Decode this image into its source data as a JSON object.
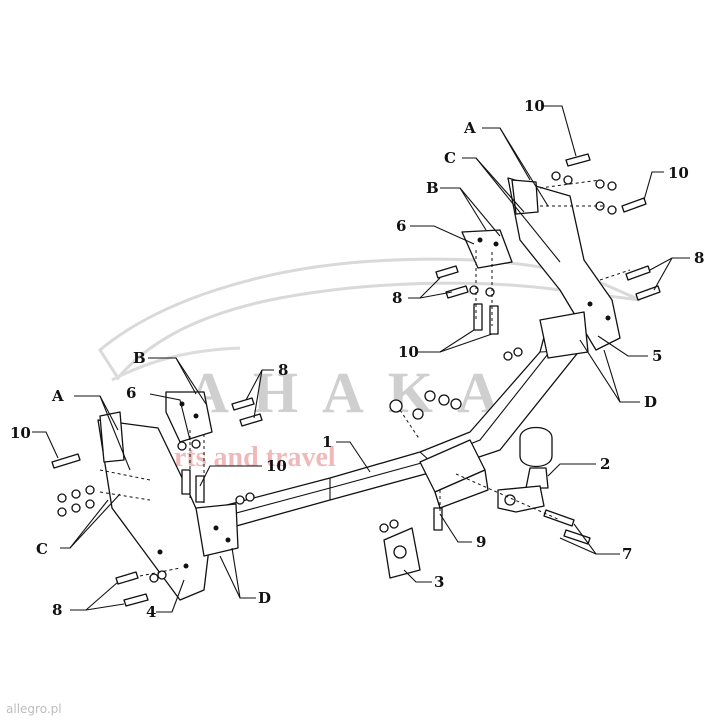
{
  "watermark": {
    "brand": "AHAKA",
    "tagline": "parts and travel",
    "brand_color": "#cfcfcf",
    "tagline_color": "#f0b9b9"
  },
  "footer": {
    "text": "allegro.pl"
  },
  "labels": {
    "A": "A",
    "B": "B",
    "C": "C",
    "D": "D",
    "n1": "1",
    "n2": "2",
    "n3": "3",
    "n4": "4",
    "n5": "5",
    "n6": "6",
    "n7": "7",
    "n8": "8",
    "n9": "9",
    "n10": "10"
  }
}
